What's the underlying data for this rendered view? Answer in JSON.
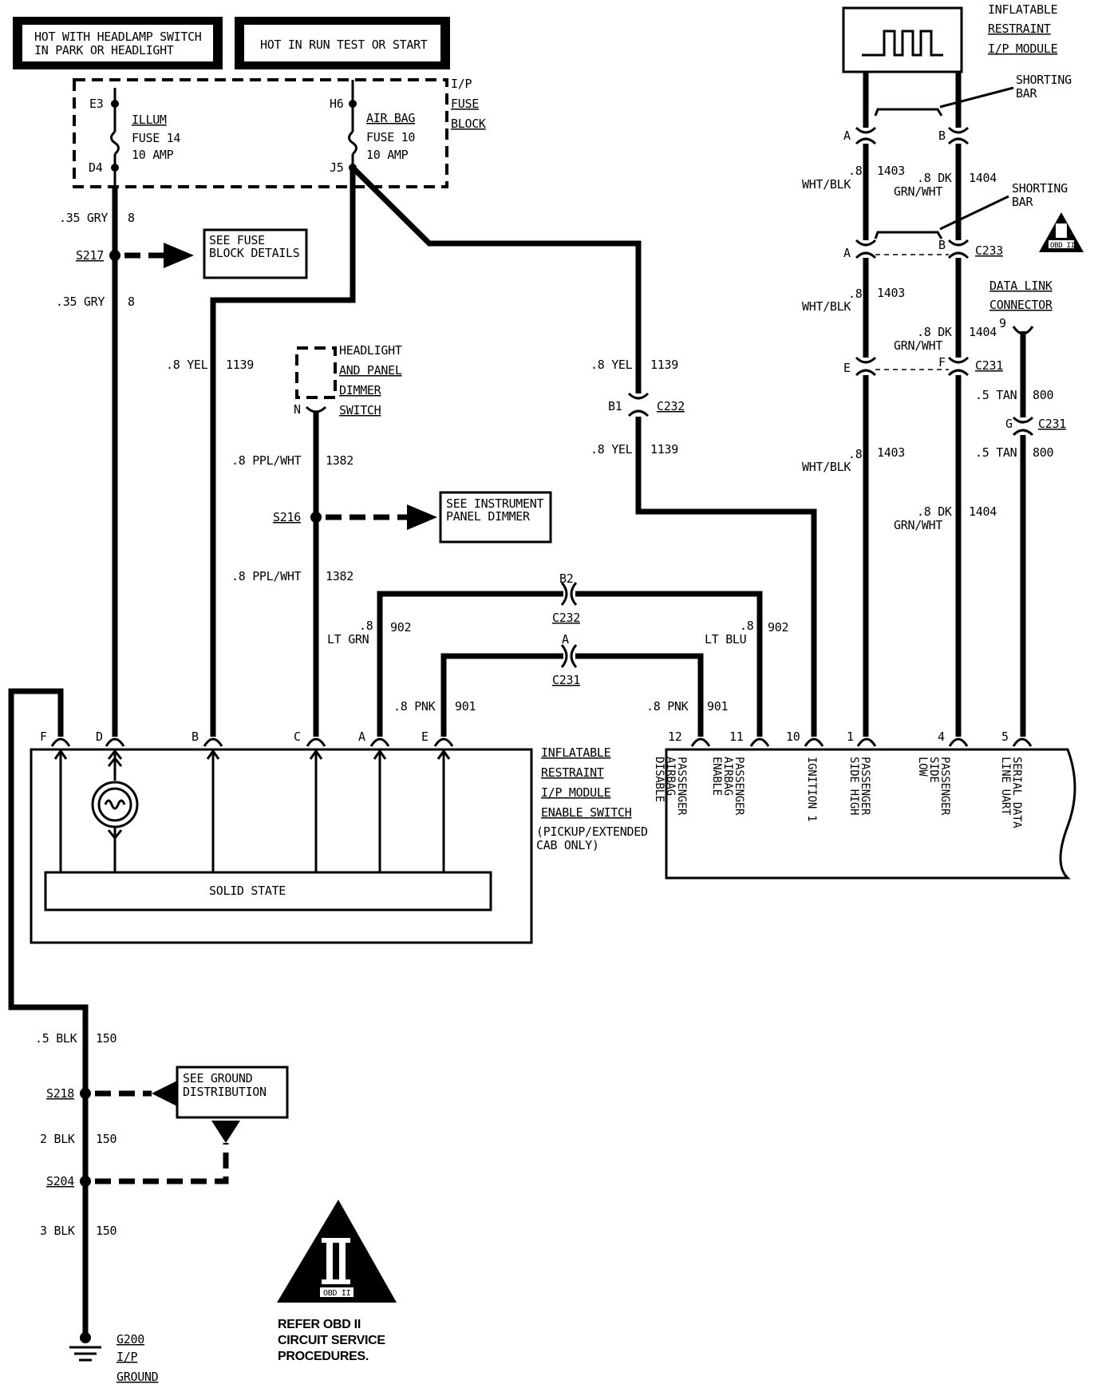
{
  "top_boxes": {
    "headlamp": [
      "HOT WITH HEADLAMP SWITCH",
      "IN PARK OR HEADLIGHT"
    ],
    "run": "HOT IN RUN TEST OR START"
  },
  "fuse_block": {
    "title": [
      "I/P",
      "FUSE",
      "BLOCK"
    ],
    "illum": {
      "in": "E3",
      "out": "D4",
      "label": [
        "ILLUM",
        "FUSE 14",
        "10 AMP"
      ]
    },
    "airbag": {
      "in": "H6",
      "out": "J5",
      "label": [
        "AIR BAG",
        "FUSE 10",
        "10 AMP"
      ]
    }
  },
  "wires": {
    "gry_top": {
      "gauge": ".35 GRY",
      "circuit": "8"
    },
    "gry_bottom": {
      "gauge": ".35 GRY",
      "circuit": "8"
    },
    "yel_left": {
      "gauge": ".8 YEL",
      "circuit": "1139"
    },
    "yel_right_top": {
      "gauge": ".8 YEL",
      "circuit": "1139"
    },
    "yel_right_bottom": {
      "gauge": ".8 YEL",
      "circuit": "1139"
    },
    "ppl_top": {
      "gauge": ".8 PPL/WHT",
      "circuit": "1382"
    },
    "ppl_bottom": {
      "gauge": ".8 PPL/WHT",
      "circuit": "1382"
    },
    "ltgrn": {
      "gauge": [
        ".8",
        "LT GRN"
      ],
      "circuit": "902"
    },
    "ltblu": {
      "gauge": [
        ".8",
        "LT BLU"
      ],
      "circuit": "902"
    },
    "pnk_left": {
      "gauge": ".8 PNK",
      "circuit": "901"
    },
    "pnk_right": {
      "gauge": ".8 PNK",
      "circuit": "901"
    },
    "wb1": {
      "gauge": [
        ".8",
        "WHT/BLK"
      ],
      "circuit": "1403"
    },
    "wb2": {
      "gauge": [
        ".8",
        "WHT/BLK"
      ],
      "circuit": "1403"
    },
    "wb3": {
      "gauge": [
        ".8",
        "WHT/BLK"
      ],
      "circuit": "1403"
    },
    "dg1": {
      "gauge": [
        ".8 DK",
        "GRN/WHT"
      ],
      "circuit": "1404"
    },
    "dg2": {
      "gauge": [
        ".8 DK",
        "GRN/WHT"
      ],
      "circuit": "1404"
    },
    "dg3": {
      "gauge": [
        ".8 DK",
        "GRN/WHT"
      ],
      "circuit": "1404"
    },
    "tan1": {
      "gauge": ".5 TAN",
      "circuit": "800"
    },
    "tan2": {
      "gauge": ".5 TAN",
      "circuit": "800"
    },
    "blk1": {
      "gauge": ".5 BLK",
      "circuit": "150"
    },
    "blk2": {
      "gauge": "2 BLK",
      "circuit": "150"
    },
    "blk3": {
      "gauge": "3 BLK",
      "circuit": "150"
    }
  },
  "splices": {
    "s217": "S217",
    "s216": "S216",
    "s218": "S218",
    "s204": "S204"
  },
  "refs": {
    "fuse_details": [
      "SEE FUSE",
      "BLOCK DETAILS"
    ],
    "dimmer": [
      "SEE INSTRUMENT",
      "PANEL DIMMER"
    ],
    "ground_dist": [
      "SEE GROUND",
      "DISTRIBUTION"
    ]
  },
  "dimmer_switch": {
    "label": [
      "HEADLIGHT",
      "AND PANEL",
      "DIMMER",
      "SWITCH"
    ],
    "pin": "N"
  },
  "connectors": {
    "b1": "B1",
    "c232": "C232",
    "b2": "B2",
    "c232b": "C232",
    "a_c231": "A",
    "c231": "C231",
    "pin_a": "A",
    "pin_b": "B",
    "pin_e": "E",
    "pin_f": "F",
    "pin_g": "G",
    "c233": "C233",
    "c231b": "C231",
    "c231c": "C231",
    "pin_9": "9"
  },
  "shorting_bar": [
    "SHORTING",
    "BAR"
  ],
  "switch_module": {
    "pins": [
      "F",
      "D",
      "B",
      "C",
      "A",
      "E"
    ],
    "solid_state": "SOLID STATE",
    "label": [
      "INFLATABLE",
      "RESTRAINT",
      "I/P MODULE",
      "ENABLE SWITCH",
      "(PICKUP/EXTENDED",
      "CAB ONLY)"
    ]
  },
  "sdm": {
    "pins": [
      "12",
      "11",
      "10",
      "1",
      "4",
      "5"
    ],
    "functions": [
      [
        "PASSENGER",
        "AIRBAG",
        "DISABLE"
      ],
      [
        "PASSENGER",
        "AIRBAG",
        "ENABLE"
      ],
      [
        "IGNITION 1"
      ],
      [
        "PASSENGER",
        "SIDE HIGH"
      ],
      [
        "PASSENGER",
        "SIDE",
        "LOW"
      ],
      [
        "SERIAL DATA",
        "LINE UART"
      ]
    ]
  },
  "ir_module": {
    "label": [
      "INFLATABLE",
      "RESTRAINT",
      "I/P MODULE"
    ]
  },
  "dlc": [
    "DATA LINK",
    "CONNECTOR"
  ],
  "obd_small": "OBD II",
  "ground": {
    "id": "G200",
    "label": [
      "I/P",
      "GROUND"
    ]
  },
  "obd_ref": {
    "symbol": "II",
    "tag": "OBD II",
    "text": [
      "REFER OBD II",
      "CIRCUIT SERVICE",
      "PROCEDURES."
    ]
  }
}
